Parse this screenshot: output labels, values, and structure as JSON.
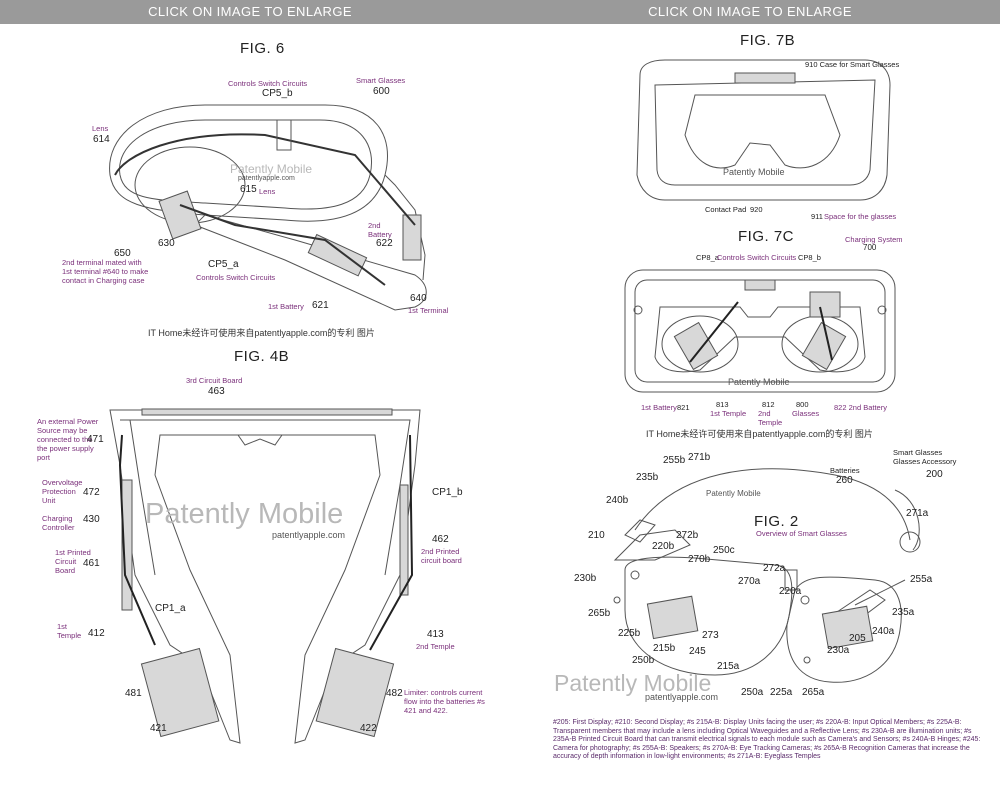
{
  "header": {
    "enlarge_left": "CLICK ON IMAGE TO ENLARGE",
    "enlarge_right": "CLICK ON IMAGE TO ENLARGE"
  },
  "fig6": {
    "title": "FIG. 6",
    "labels": {
      "controls_switch_top": "Controls Switch Circuits",
      "cp5b": "CP5_b",
      "smart_glasses": "Smart Glasses",
      "n600": "600",
      "lens": "Lens",
      "n614": "614",
      "patently_mobile": "Patently Mobile",
      "patently_url": "patentlyapple.com",
      "n615": "615",
      "lens2": "Lens",
      "second_battery": "2nd\nBattery",
      "n622": "622",
      "n650": "650",
      "n630": "630",
      "second_terminal": "2nd terminal mated with\n1st terminal #640 to make\ncontact in Charging case",
      "cp5a": "CP5_a",
      "controls_switch_bottom": "Controls Switch Circuits",
      "first_battery": "1st Battery",
      "n621": "621",
      "n640": "640",
      "first_terminal": "1st Terminal"
    },
    "caption": "IT Home未经许可使用来自patentlyapple.com的专利 图片"
  },
  "fig4b": {
    "title": "FIG. 4B",
    "labels": {
      "third_circuit": "3rd Circuit Board",
      "n463": "463",
      "external_power": "An external Power\nSource may be\nconnected to the\nthe power supply\nport",
      "n471": "471",
      "overvoltage": "Overvoltage\nProtection\nUnit",
      "n472": "472",
      "charging_controller": "Charging\nController",
      "n430": "430",
      "first_printed": "1st Printed\nCircuit\nBoard",
      "n461": "461",
      "cp1b": "CP1_b",
      "n462": "462",
      "second_printed": "2nd Printed\ncircuit board",
      "cp1a": "CP1_a",
      "first_temple": "1st\nTemple",
      "n412": "412",
      "n413": "413",
      "second_temple": "2nd Temple",
      "n481": "481",
      "n421": "421",
      "n482": "482",
      "n422": "422",
      "limiter": "Limiter: controls current\nflow into the batteries #s\n421 and 422."
    },
    "watermark": "Patently Mobile",
    "watermark_url": "patentlyapple.com"
  },
  "fig7b": {
    "title": "FIG. 7B",
    "labels": {
      "case": "910 Case for Smart Glasses",
      "patently_mobile": "Patently Mobile",
      "contact_pad": "Contact Pad",
      "n920": "920",
      "space": "Space for the glasses",
      "n911": "911"
    }
  },
  "fig7c": {
    "title": "FIG. 7C",
    "labels": {
      "charging_system": "Charging System",
      "n700": "700",
      "cp8a": "CP8_a",
      "controls_switch": "Controls Switch Circuits",
      "cp8b": "CP8_b",
      "patently_mobile": "Patently Mobile",
      "first_battery": "1st Battery",
      "n821": "821",
      "n813": "813",
      "first_temple": "1st Temple",
      "n812": "812",
      "second_temple": "2nd\nTemple",
      "n800": "800",
      "glasses": "Glasses",
      "second_battery": "822 2nd Battery"
    },
    "caption": "IT Home未经许可使用来自patentlyapple.com的专利 图片"
  },
  "fig2": {
    "title": "FIG. 2",
    "subtitle": "Overview of Smart Glasses",
    "labels": {
      "smart_glasses_accessory": "Smart Glasses\nGlasses Accessory",
      "n200": "200",
      "batteries": "Batteries",
      "n260": "260",
      "n255b": "255b",
      "n271b": "271b",
      "n235b": "235b",
      "patently_mobile": "Patently Mobile",
      "n240b": "240b",
      "n271a": "271a",
      "n210": "210",
      "n220b": "220b",
      "n272b": "272b",
      "n250c": "250c",
      "n270b": "270b",
      "n270a": "270a",
      "n272a": "272a",
      "n230b": "230b",
      "n220a": "220a",
      "n255a": "255a",
      "n265b": "265b",
      "n235a": "235a",
      "n240a": "240a",
      "n225b": "225b",
      "n273": "273",
      "n205": "205",
      "n215b": "215b",
      "n245": "245",
      "n230a": "230a",
      "n250b": "250b",
      "n215a": "215a",
      "n250a": "250a",
      "n225a": "225a",
      "n265a": "265a"
    },
    "watermark": "Patently Mobile",
    "watermark_url": "patentlyapple.com",
    "footnote": "#205: First Display; #210: Second Display; #s 215A-B: Display Units facing the user; #s 220A-B: Input Optical Members; #s 225A-B: Transparent members that may include a lens including Optical Waveguides and a Reflective Lens; #s 230A-B are illumination units; #s 235A-B Printed Circuit Board that can transmit electrical signals to each module such as Camera's and Sensors; #s 240A-B Hinges; #245: Camera for photography; #s 255A-B: Speakers; #s 270A-B: Eye Tracking Cameras; #s 265A-B Recognition Cameras that increase the accuracy of depth information in low-light environments; #s 271A-B: Eyeglass Temples"
  },
  "colors": {
    "bar_gray": "#9a9a9a",
    "label_purple": "#7a2f7a",
    "watermark_gray": "#b8b8b8"
  }
}
